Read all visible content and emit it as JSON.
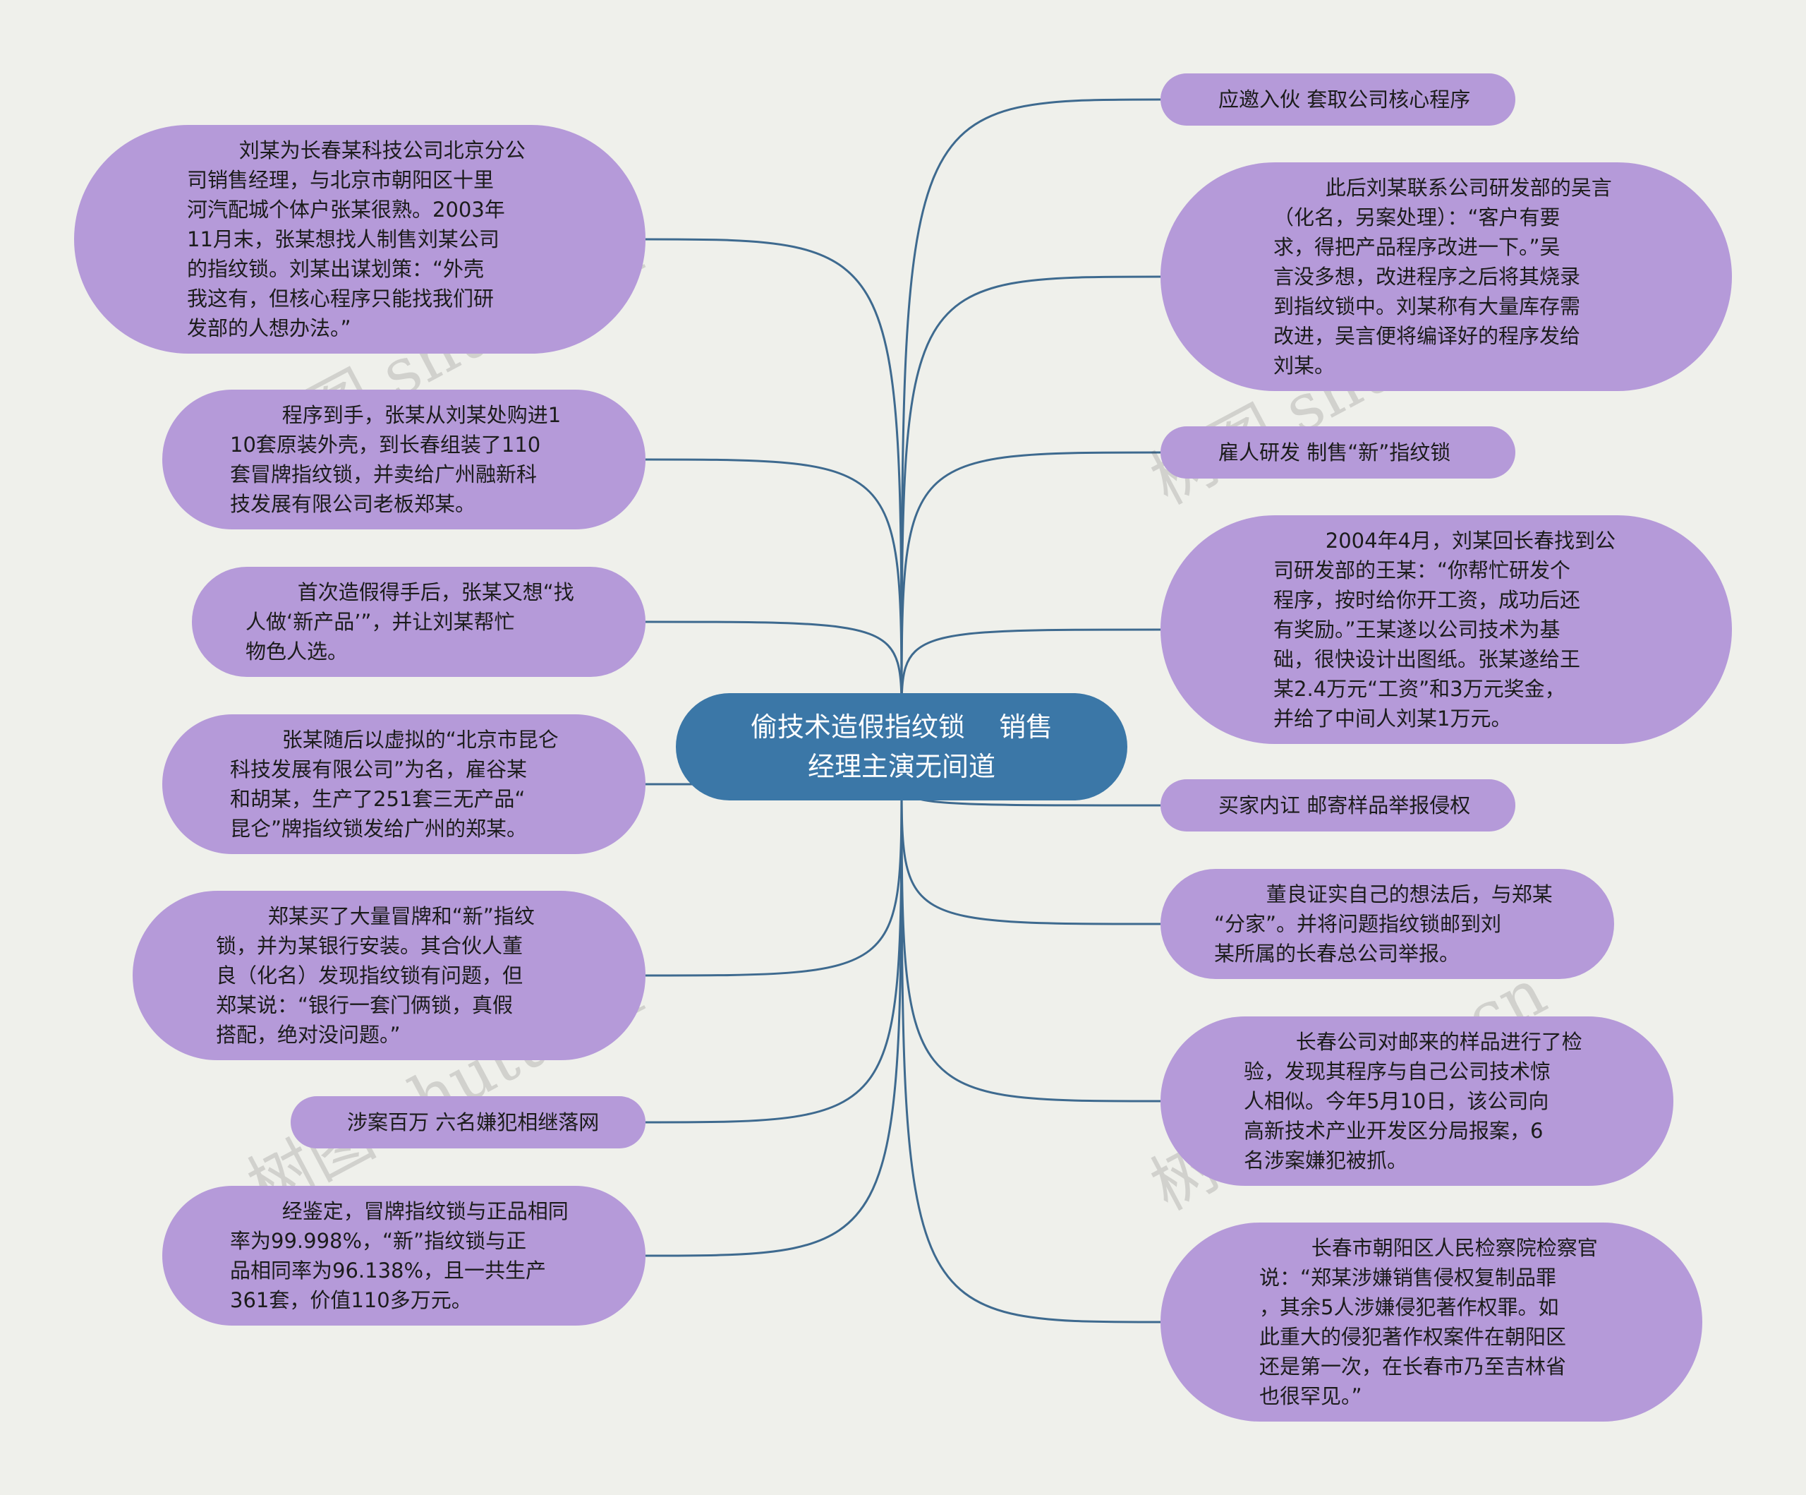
{
  "center": {
    "text": "偷技术造假指纹锁    销售\n经理主演无间道"
  },
  "left_nodes": [
    "        刘某为长春某科技公司北京分公\n司销售经理，与北京市朝阳区十里\n河汽配城个体户张某很熟。2003年\n11月末，张某想找人制售刘某公司\n的指纹锁。刘某出谋划策：“外壳\n我这有，但核心程序只能找我们研\n发部的人想办法。”",
    "        程序到手，张某从刘某处购进1\n10套原装外壳，到长春组装了110\n套冒牌指纹锁，并卖给广州融新科\n技发展有限公司老板郑某。",
    "        首次造假得手后，张某又想“找\n人做‘新产品’”，并让刘某帮忙\n物色人选。",
    "        张某随后以虚拟的“北京市昆仑\n科技发展有限公司”为名，雇谷某\n和胡某，生产了251套三无产品“\n昆仑”牌指纹锁发给广州的郑某。",
    "        郑某买了大量冒牌和“新”指纹\n锁，并为某银行安装。其合伙人董\n良（化名）发现指纹锁有问题，但\n郑某说：“银行一套门俩锁，真假\n搭配，绝对没问题。”",
    "涉案百万 六名嫌犯相继落网",
    "        经鉴定，冒牌指纹锁与正品相同\n率为99.998%，“新”指纹锁与正\n品相同率为96.138%，且一共生产\n361套，价值110多万元。"
  ],
  "right_nodes": [
    "应邀入伙 套取公司核心程序",
    "        此后刘某联系公司研发部的吴言\n（化名，另案处理）：“客户有要\n求，得把产品程序改进一下。”吴\n言没多想，改进程序之后将其烧录\n到指纹锁中。刘某称有大量库存需\n改进，吴言便将编译好的程序发给\n刘某。",
    "雇人研发 制售“新”指纹锁",
    "        2004年4月，刘某回长春找到公\n司研发部的王某：“你帮忙研发个\n程序，按时给你开工资，成功后还\n有奖励。”王某遂以公司技术为基\n础，很快设计出图纸。张某遂给王\n某2.4万元“工资”和3万元奖金，\n并给了中间人刘某1万元。",
    "买家内讧 邮寄样品举报侵权",
    "        董良证实自己的想法后，与郑某\n“分家”。并将问题指纹锁邮到刘\n某所属的长春总公司举报。",
    "        长春公司对邮来的样品进行了检\n验，发现其程序与自己公司技术惊\n人相似。今年5月10日，该公司向\n高新技术产业开发区分局报案，6\n名涉案嫌犯被抓。",
    "        长春市朝阳区人民检察院检察官\n说：“郑某涉嫌销售侵权复制品罪\n，其余5人涉嫌侵犯著作权罪。如\n此重大的侵犯著作权案件在朝阳区\n还是第一次，在长春市乃至吉林省\n也很罕见。”"
  ],
  "watermark": "树图 shutu.cn",
  "colors": {
    "background": "#eff0eb",
    "center_fill": "#3b77a7",
    "node_fill": "#b59ad9",
    "connector": "#3e6a8f"
  }
}
